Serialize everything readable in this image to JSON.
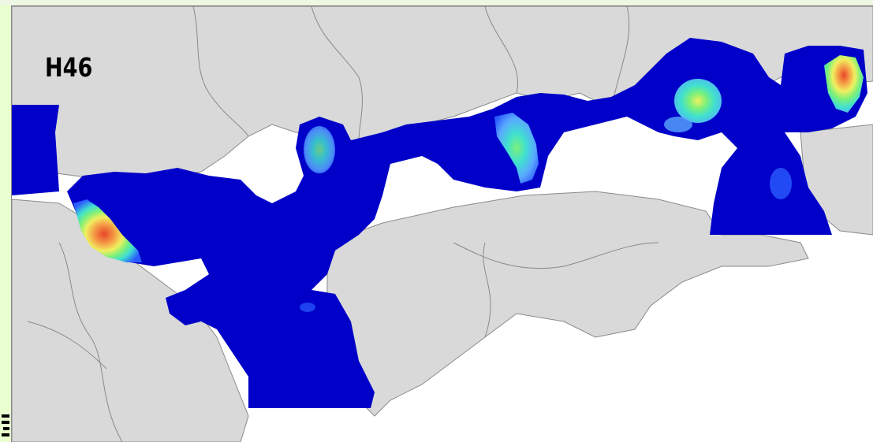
{
  "map": {
    "label": "H46",
    "colors": {
      "land": "#d9d9d9",
      "land_border": "#8a8a8a",
      "sea_background": "#ffffff",
      "low_level": "#0000c8",
      "level_mid_blue": "#2a5cff",
      "level_light_blue": "#5aa8ff",
      "level_cyan": "#40e0d0",
      "level_green": "#7cf07a",
      "level_yellow": "#f0f060",
      "level_orange": "#f59a45",
      "level_red": "#e8452a",
      "page_background": "#e9ffcf"
    },
    "hotspot_icons": [
      "hotspot-suo-nada",
      "hotspot-hiroshima-bay",
      "hotspot-bingo-nada",
      "hotspot-harima-nada",
      "hotspot-osaka-bay",
      "hotspot-kii-channel"
    ]
  }
}
